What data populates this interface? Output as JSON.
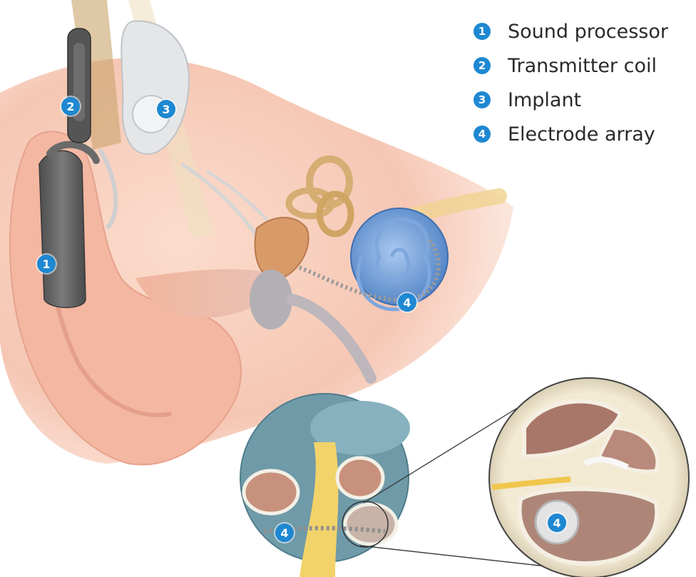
{
  "legend": {
    "items": [
      {
        "number": "1",
        "label": "Sound processor"
      },
      {
        "number": "2",
        "label": "Transmitter coil"
      },
      {
        "number": "3",
        "label": "Implant"
      },
      {
        "number": "4",
        "label": "Electrode array"
      }
    ]
  },
  "callouts": {
    "sound_processor": "1",
    "transmitter_coil": "2",
    "implant": "3",
    "electrode_array_ear": "4",
    "electrode_array_cochlea": "4",
    "electrode_array_zoom": "4"
  },
  "colors": {
    "badge": "#1e88d2",
    "skin": "#f6c9b6",
    "cochlea": "#6f9fd8",
    "nerve": "#f1cd63",
    "device": "#5f5f5f"
  }
}
